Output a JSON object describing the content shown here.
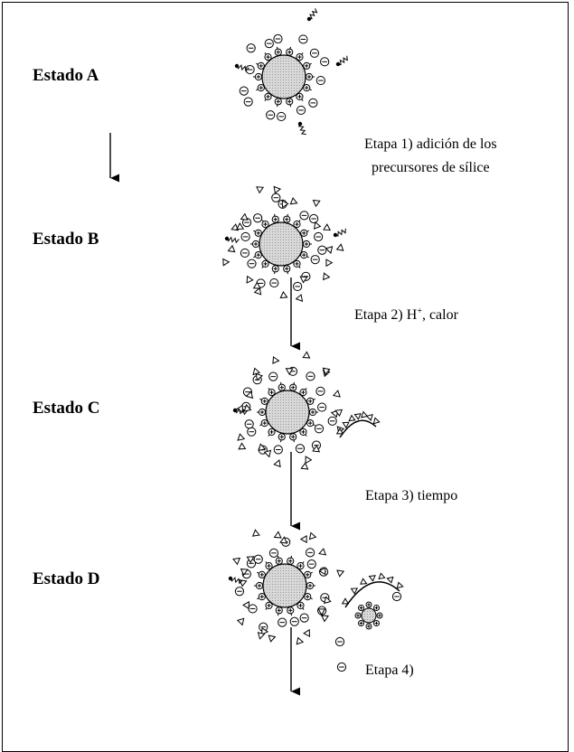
{
  "states": [
    {
      "id": "A",
      "label": "Estado A"
    },
    {
      "id": "B",
      "label": "Estado B"
    },
    {
      "id": "C",
      "label": "Estado C"
    },
    {
      "id": "D",
      "label": "Estado D"
    }
  ],
  "stages": {
    "stage1_line1": "Etapa 1) adición de los",
    "stage1_line2": "precursores de sílice",
    "stage2_prefix": "Etapa 2) H",
    "stage2_sup": "+",
    "stage2_suffix": ", calor",
    "stage3": "Etapa 3) tiempo",
    "stage4": "Etapa 4)"
  },
  "symbols": {
    "anion": "⊖",
    "cation": "⊕"
  },
  "colors": {
    "ink": "#000000",
    "core_fill": "#d8d8d8",
    "background": "#ffffff"
  }
}
